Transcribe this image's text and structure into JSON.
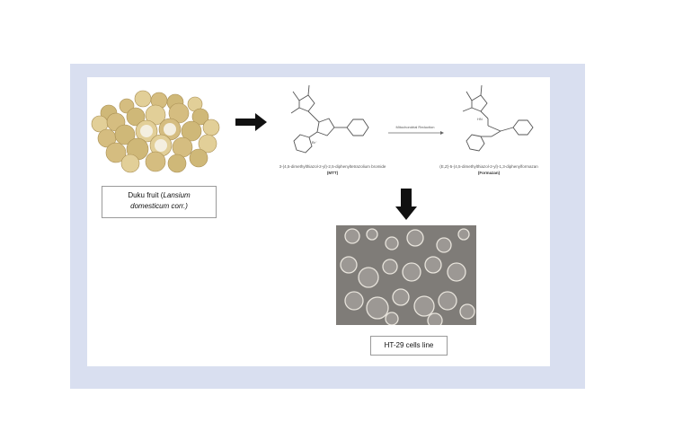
{
  "fruit_caption": {
    "line1_plain": "Duku fruit (",
    "line1_italic": "Lansium",
    "line2_italic": "domesticum corr.)"
  },
  "mtt": {
    "name": "3-(4,5-dimethylthiazol-2-yl)-2,5-diphenyltetrazolium bromide",
    "abbr": "(MTT)"
  },
  "reaction_label": "Mitochondrial Reduction",
  "formazan": {
    "name": "(E,Z)-5-(4,5-dimethylthiazol-2-yl)-1,3-diphenylformazan",
    "abbr": "(Formazan)"
  },
  "cells_caption": "HT-29 cells line",
  "colors": {
    "frame": "#d9dff0",
    "arrow": "#111111",
    "fruit": "#d9c48a",
    "micrograph": "#7f7c78"
  }
}
